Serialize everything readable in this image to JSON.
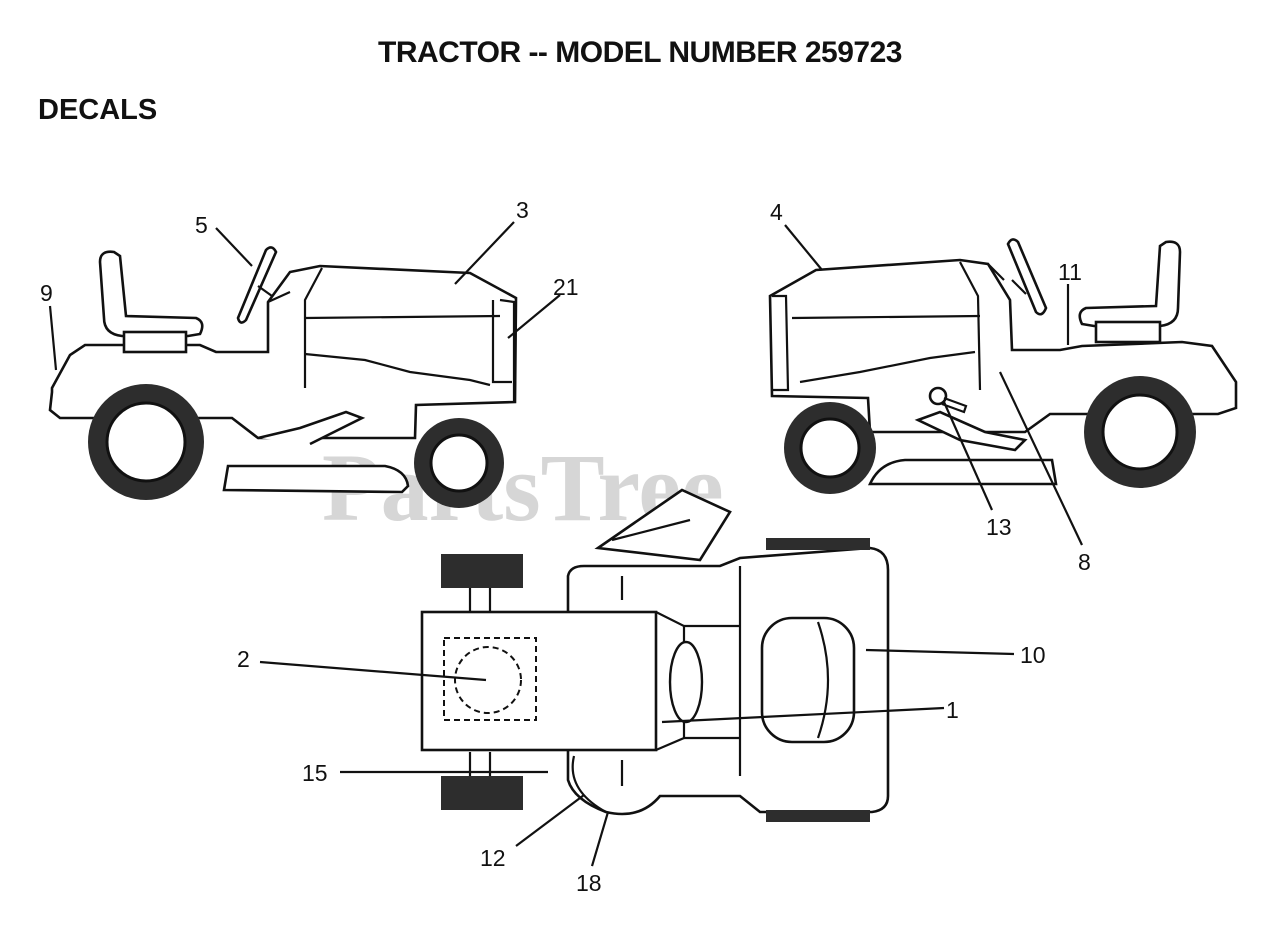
{
  "header": {
    "title": "TRACTOR -- MODEL NUMBER 259723",
    "section": "DECALS"
  },
  "watermark": "PartsTree",
  "callouts": {
    "c1": "1",
    "c2": "2",
    "c3": "3",
    "c4": "4",
    "c5": "5",
    "c8": "8",
    "c9": "9",
    "c10": "10",
    "c11": "11",
    "c12": "12",
    "c13": "13",
    "c15": "15",
    "c18": "18",
    "c21": "21"
  },
  "colors": {
    "line": "#111111",
    "tire": "#2d2d2d",
    "watermark": "#d6d6d6"
  }
}
